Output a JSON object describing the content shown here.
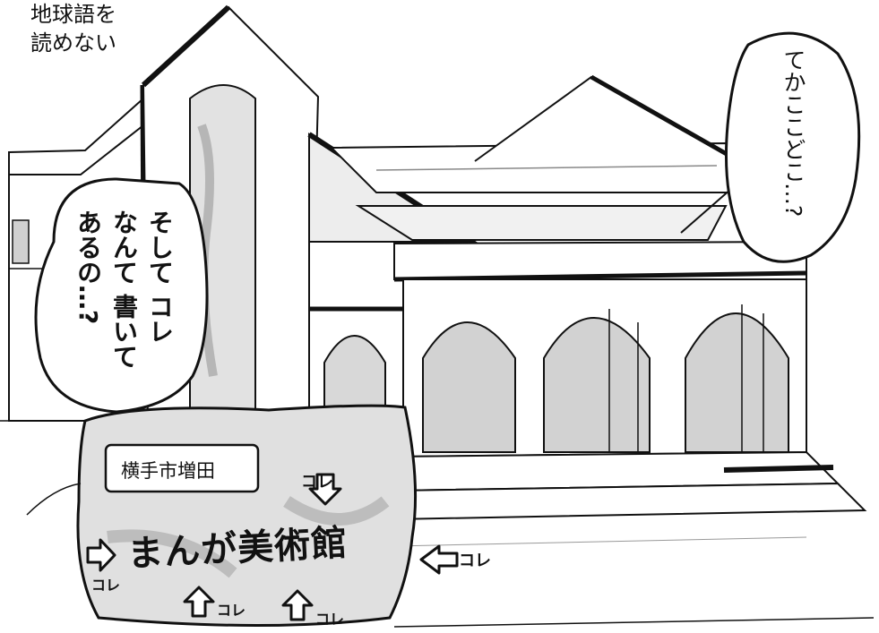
{
  "captions": {
    "top_left": "地球語を\n読めない"
  },
  "speech_bubbles": {
    "left": "そして コレ\nなんて 書いて\nあるの…?",
    "right": "てかここどこ…?"
  },
  "sign": {
    "plaque": "横手市増田",
    "title": "まんが美術館"
  },
  "annotations": {
    "arrow_label_1": "コレ",
    "arrow_label_2": "コレ",
    "arrow_label_3": "コレ",
    "arrow_label_4": "コレ",
    "arrow_label_top": "コレ"
  },
  "colors": {
    "ink": "#111111",
    "wash": "#bdbdbd",
    "paper": "#ffffff"
  }
}
